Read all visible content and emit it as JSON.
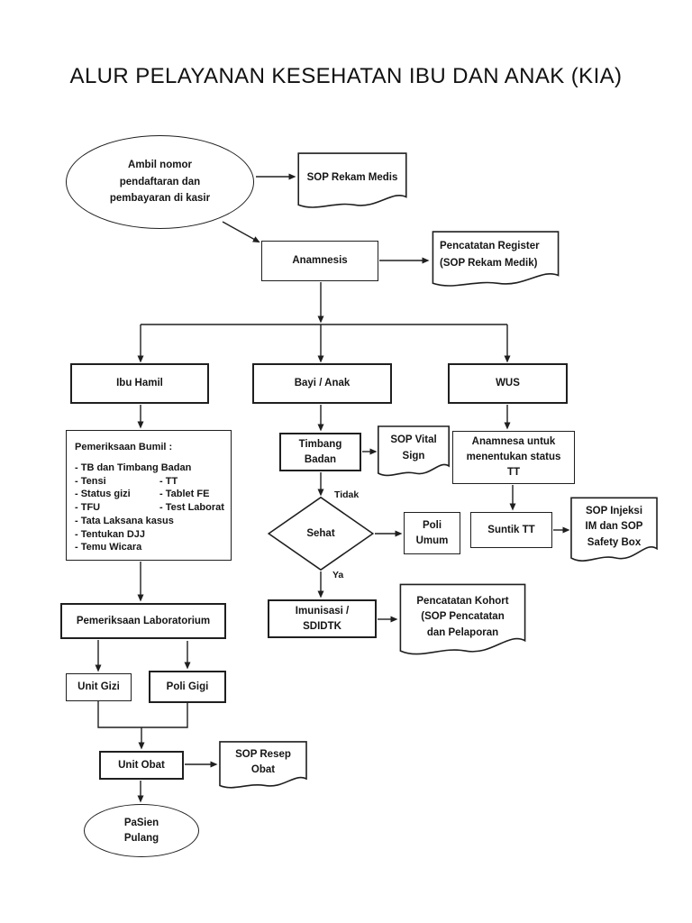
{
  "page": {
    "title": "ALUR PELAYANAN KESEHATAN IBU DAN ANAK (KIA)"
  },
  "edge_labels": {
    "tidak": "Tidak",
    "ya": "Ya"
  },
  "nodes": {
    "start": "Ambil nomor\npendaftaran dan\npembayaran di kasir",
    "sop_rekam_medis": "SOP Rekam Medis",
    "anamnesis": "Anamnesis",
    "pencatatan_register": "Pencatatan Register\n(SOP Rekam Medik)",
    "ibu_hamil": "Ibu Hamil",
    "bayi_anak": "Bayi / Anak",
    "wus": "WUS",
    "bumil": {
      "title": "Pemeriksaan Bumil :",
      "rows": [
        {
          "left": "- TB dan Timbang Badan",
          "right": ""
        },
        {
          "left": "- Tensi",
          "right": "- TT"
        },
        {
          "left": "- Status gizi",
          "right": "- Tablet FE"
        },
        {
          "left": "- TFU",
          "right": "- Test Laborat"
        },
        {
          "left": "- Tata Laksana kasus",
          "right": ""
        },
        {
          "left": "- Tentukan DJJ",
          "right": ""
        },
        {
          "left": "- Temu Wicara",
          "right": ""
        }
      ]
    },
    "timbang_badan": "Timbang\nBadan",
    "sop_vital_sign": "SOP Vital\nSign",
    "anamnesa_tt": "Anamnesa untuk\nmenentukan status\nTT",
    "sehat": "Sehat",
    "poli_umum": "Poli\nUmum",
    "suntik_tt": "Suntik TT",
    "sop_injeksi": "SOP Injeksi\nIM dan SOP\nSafety Box",
    "imunisasi": "Imunisasi /\nSDIDTK",
    "pencatatan_kohort": "Pencatatan Kohort\n(SOP Pencatatan\ndan Pelaporan",
    "lab": "Pemeriksaan Laboratorium",
    "unit_gizi": "Unit Gizi",
    "poli_gigi": "Poli Gigi",
    "unit_obat": "Unit Obat",
    "sop_resep": "SOP Resep\nObat",
    "pulang": "PaSien\nPulang"
  }
}
